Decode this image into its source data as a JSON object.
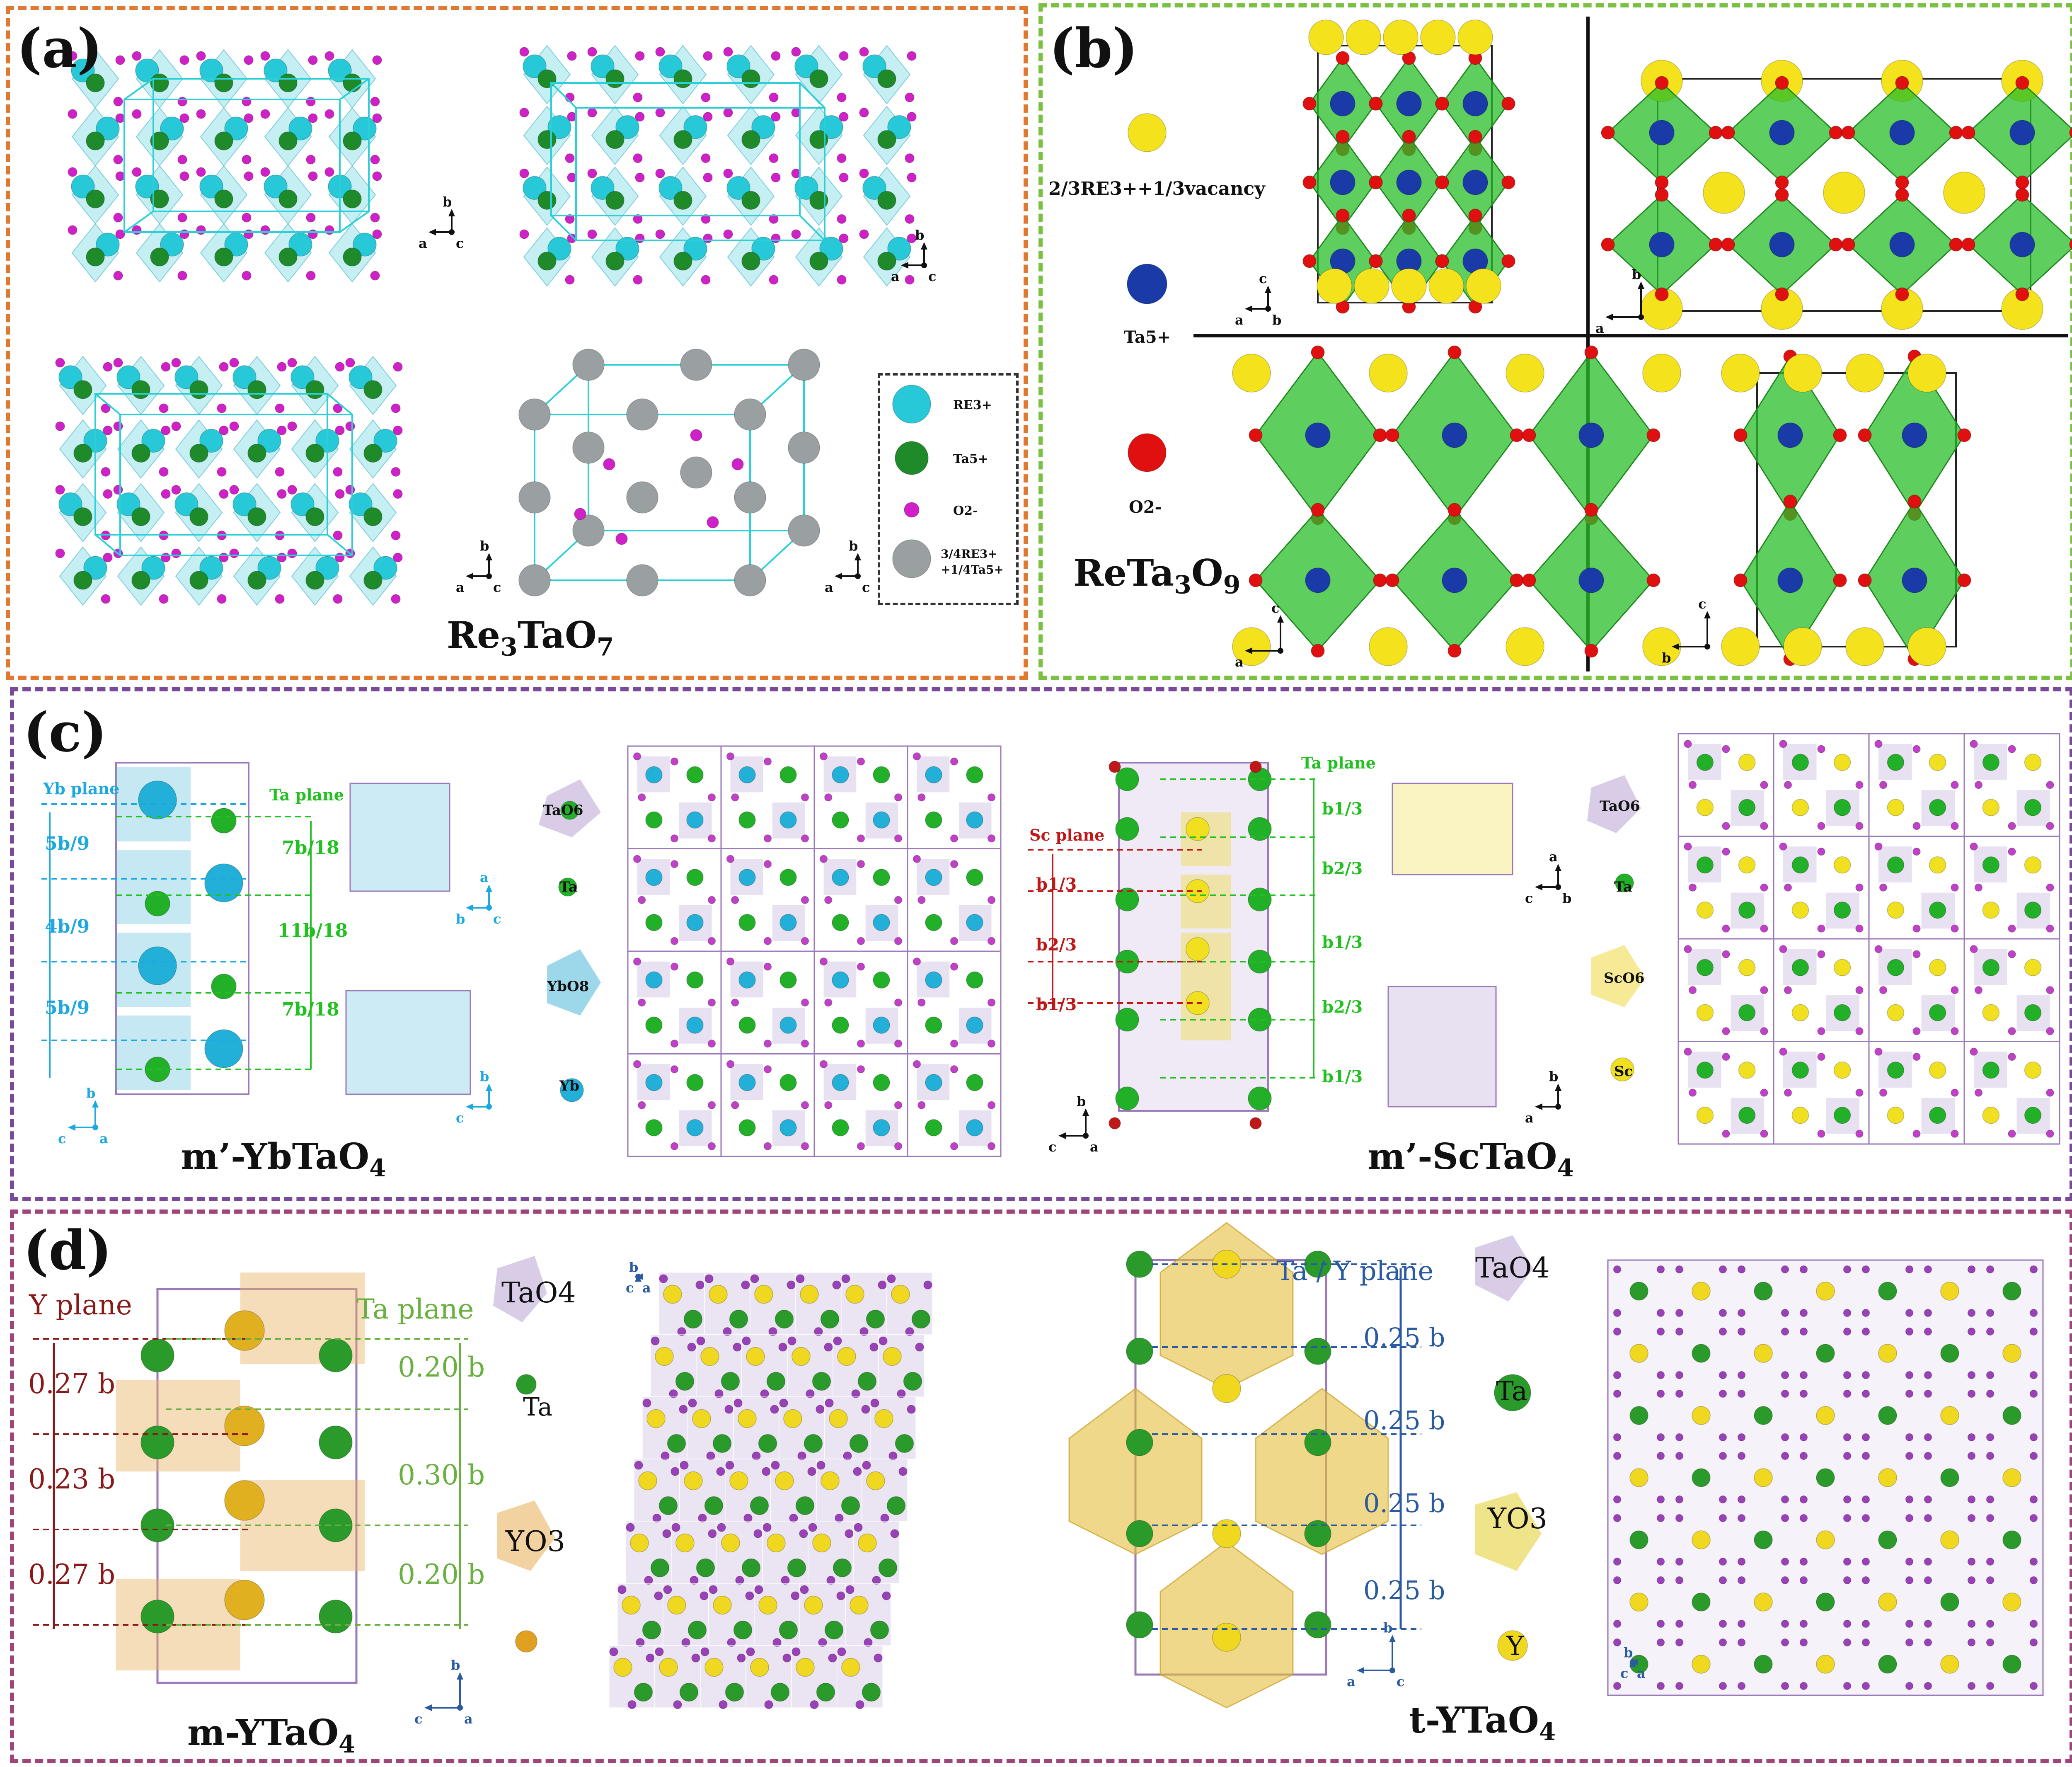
{
  "panel_a": {
    "label": "(a)",
    "caption_main": "Re",
    "caption_sub1": "3",
    "caption_mid": "TaO",
    "caption_sub2": "7",
    "legend": {
      "re": "RE3+",
      "ta": "Ta5+",
      "o": "O2-",
      "mixed_line1": "3/4RE3+",
      "mixed_line2": "+1/4Ta5+"
    },
    "axes": [
      "b",
      "a",
      "c"
    ],
    "colors": {
      "re": "#27c8d8",
      "ta": "#1f8a2a",
      "o": "#d020c8",
      "mixed": "#9aa0a2",
      "cell": "#2ad0d8"
    }
  },
  "panel_b": {
    "label": "(b)",
    "caption_main": "ReTa",
    "caption_sub1": "3",
    "caption_mid": "O",
    "caption_sub2": "9",
    "legend": {
      "re": "2/3RE3++1/3vacancy",
      "ta": "Ta5+",
      "o": "O2-"
    },
    "axes": [
      "c",
      "a",
      "b"
    ],
    "colors": {
      "re": "#f3e21c",
      "ta": "#1a3aa8",
      "o": "#e01010",
      "octa": "#3ec43e"
    }
  },
  "panel_c": {
    "label": "(c)",
    "left_caption_main": "m’-YbTaO",
    "left_caption_sub": "4",
    "right_caption_main": "m’-ScTaO",
    "right_caption_sub": "4",
    "yb_plane": "Yb plane",
    "ta_plane": "Ta plane",
    "sc_plane": "Sc plane",
    "yb_spacings": [
      "5b/9",
      "4b/9",
      "5b/9"
    ],
    "ta_spacings_left": [
      "7b/18",
      "11b/18",
      "7b/18"
    ],
    "sc_spacings": [
      "b1/3",
      "b2/3",
      "b1/3"
    ],
    "ta_spacings_right": [
      "b1/3",
      "b2/3",
      "b1/3",
      "b2/3",
      "b1/3"
    ],
    "poly_labels": [
      "TaO6",
      "Ta",
      "YbO8",
      "Yb",
      "TaO6",
      "Ta",
      "ScO6",
      "Sc"
    ],
    "axes": [
      "a",
      "b",
      "c"
    ],
    "colors": {
      "yb": "#22b0d8",
      "ta": "#22b028",
      "o": "#c040c8",
      "sc": "#f0e020",
      "blue_line": "#1ea8e0",
      "green_line": "#22c020",
      "red_line": "#c01818"
    }
  },
  "panel_d": {
    "label": "(d)",
    "left_caption_main": "m-YTaO",
    "left_caption_sub": "4",
    "right_caption_main": "t-YTaO",
    "right_caption_sub": "4",
    "y_plane": "Y plane",
    "ta_plane": "Ta plane",
    "tay_plane": "Ta / Y plane",
    "y_spacings": [
      "0.27 b",
      "0.23 b",
      "0.27 b"
    ],
    "ta_spacings": [
      "0.20 b",
      "0.30 b",
      "0.20 b"
    ],
    "t_spacings": [
      "0.25 b",
      "0.25 b",
      "0.25 b",
      "0.25 b"
    ],
    "poly_labels": [
      "TaO4",
      "Ta",
      "YO3",
      "Y"
    ],
    "axes": [
      "a",
      "b",
      "c"
    ],
    "colors": {
      "y": "#f0d820",
      "ta": "#2a9a2a",
      "o": "#9a40b8",
      "dark_red": "#8a1a1a",
      "green_line": "#6ab040",
      "blue_line": "#2a5aa0"
    }
  }
}
